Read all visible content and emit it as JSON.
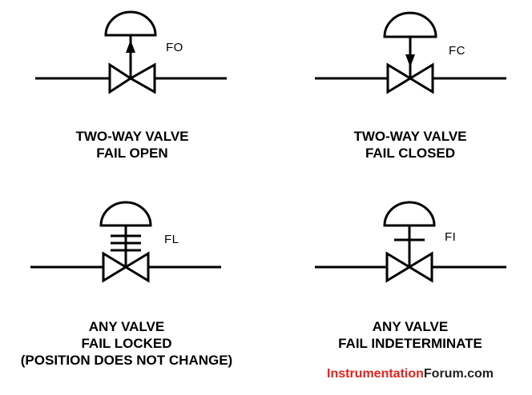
{
  "symbols": [
    {
      "tag": "FO",
      "caption_lines": [
        "TWO-WAY VALVE",
        "FAIL OPEN"
      ]
    },
    {
      "tag": "FC",
      "caption_lines": [
        "TWO-WAY VALVE",
        "FAIL CLOSED"
      ]
    },
    {
      "tag": "FL",
      "caption_lines": [
        "ANY VALVE",
        "FAIL LOCKED",
        "(POSITION DOES NOT CHANGE)"
      ]
    },
    {
      "tag": "FI",
      "caption_lines": [
        "ANY VALVE",
        "FAIL INDETERMINATE"
      ]
    }
  ],
  "watermark": {
    "part_a": "Instrumentation",
    "part_b": "Forum.com",
    "color_a": "#e8201c",
    "color_b": "#1f1f1f"
  }
}
